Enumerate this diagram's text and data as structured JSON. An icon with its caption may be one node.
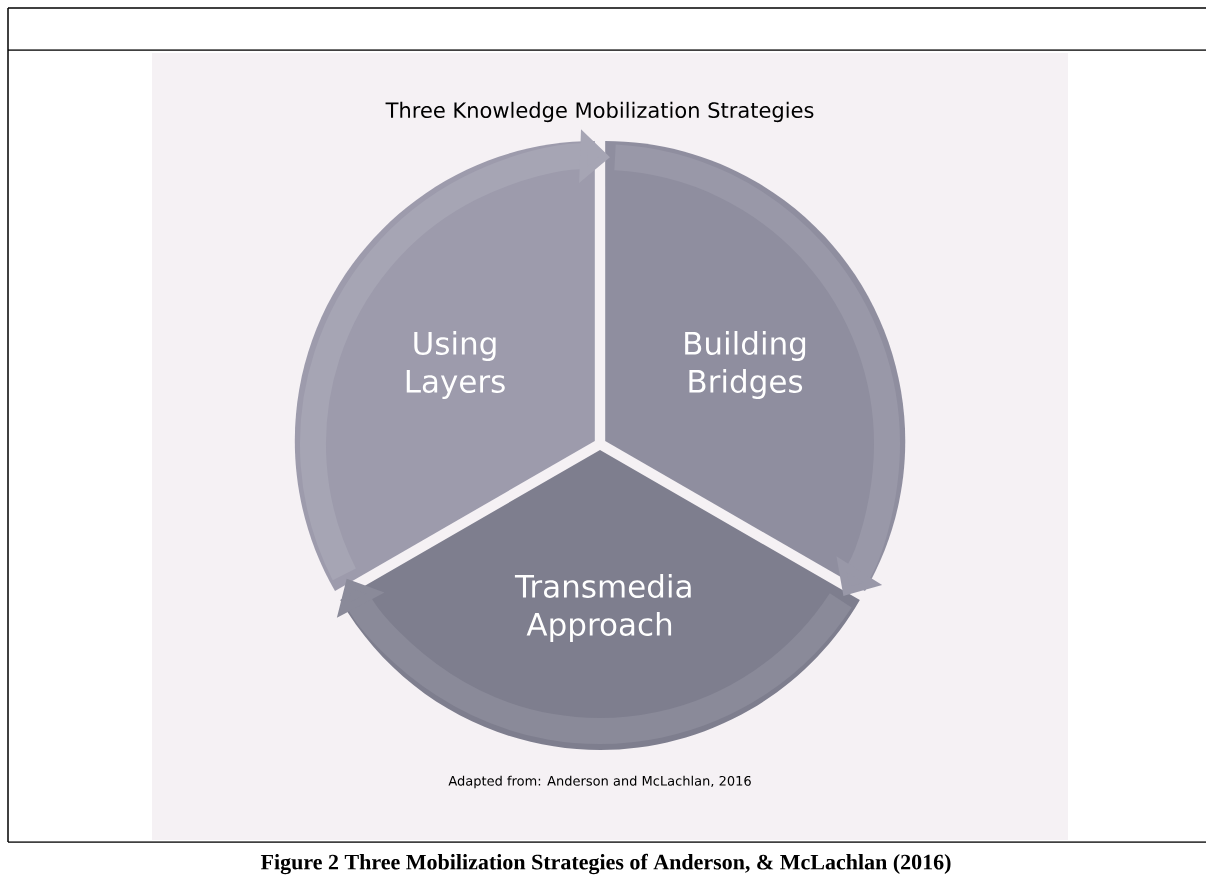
{
  "diagram": {
    "title": "Three Knowledge Mobilization Strategies",
    "caption": "Figure 2 Three Mobilization Strategies of Anderson, & McLachlan (2016)",
    "nodes": [
      {
        "text": [
          "Using Layers"
        ]
      },
      {
        "text": [
          "Building Bridges"
        ]
      },
      {
        "text": [
          "Transmedia Approach"
        ]
      }
    ],
    "edges": [
      {
        "from": 0,
        "to": 1,
        "arrow": "to"
      },
      {
        "from": 1,
        "to": 2,
        "arrow": "to"
      },
      {
        "from": 2,
        "to": 0,
        "arrow": "to"
      }
    ],
    "labels": [
      "Adapted from: Anderson and McLachlan, 2016"
    ]
  }
}
